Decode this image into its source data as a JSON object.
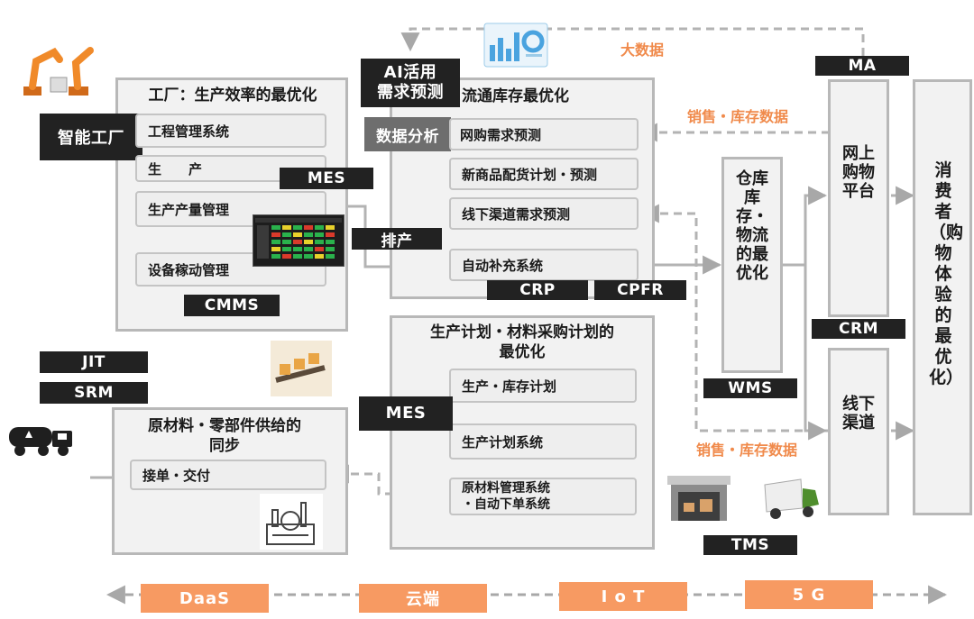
{
  "top": {
    "big_data": "大数据",
    "ma": "MA"
  },
  "factory": {
    "title": "工厂：生产效率的最优化",
    "tag": "智能工厂",
    "items": [
      "工程管理系统",
      "生　　产",
      "生产产量管理",
      "设备稼动管理"
    ],
    "mes": "MES",
    "cmms": "CMMS"
  },
  "distribution": {
    "ai_tag": "AI活用\n需求预测",
    "title": "流通库存最优化",
    "analysis_tag": "数据分析",
    "items": [
      "网购需求预测",
      "新商品配货计划・预测",
      "线下渠道需求预测",
      "自动补充系统"
    ],
    "crp": "CRP",
    "cpfr": "CPFR",
    "paichan": "排产"
  },
  "production_plan": {
    "title": "生产计划・材料采购计划的\n最优化",
    "items": [
      "生产・库存计划",
      "生产计划系统",
      "原材料管理系统\n・自动下单系统"
    ],
    "mes": "MES"
  },
  "supply": {
    "title": "原材料・零部件供给的\n同步",
    "item": "接单・交付",
    "jit": "JIT",
    "srm": "SRM"
  },
  "warehouse": {
    "text": "仓库库存・物流的最优化",
    "wms": "WMS",
    "tms": "TMS"
  },
  "online": {
    "text": "网上购物平台",
    "crm": "CRM"
  },
  "offline": {
    "text": "线下渠道"
  },
  "consumer": {
    "text": "消费者（购物体验的最优化）"
  },
  "sales_data_top": "销售・库存数据",
  "sales_data_bottom": "销售・库存数据",
  "bottom_bar": [
    "DaaS",
    "云端",
    "I o T",
    "5 G"
  ],
  "colors": {
    "accent_orange": "#f79a62",
    "orange_text": "#f08a4b",
    "dark_tag": "#222222",
    "panel_gray": "#f2f2f2",
    "border_gray": "#b8b8b8"
  }
}
